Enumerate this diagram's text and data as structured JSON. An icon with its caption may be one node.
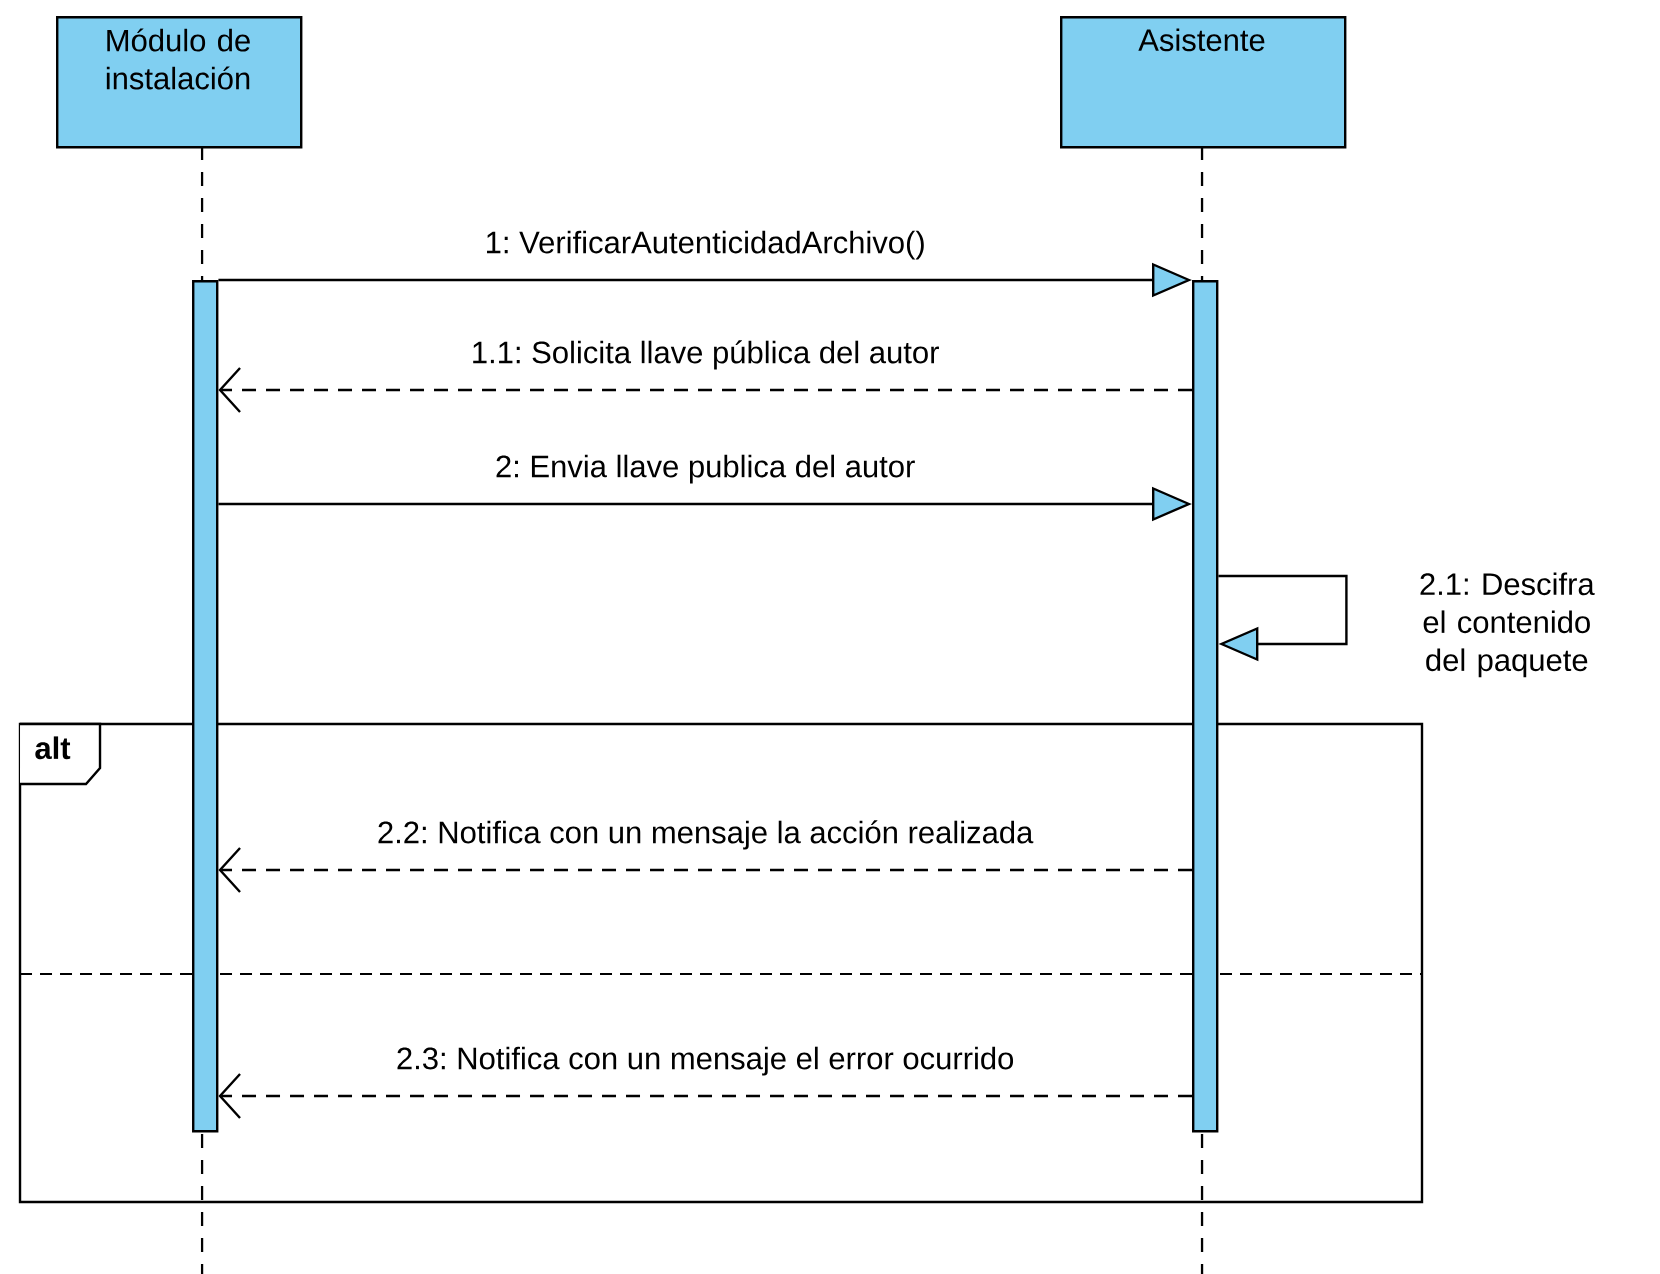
{
  "diagram": {
    "nodes": [
      {
        "text": [
          "Módulo de instalación"
        ]
      },
      {
        "text": [
          "Asistente"
        ]
      },
      {
        "text": [],
        "shape": "bar"
      },
      {
        "text": [],
        "shape": "bar"
      }
    ],
    "labels": [
      "alt"
    ],
    "edges": [
      {
        "from": 2,
        "to": 3,
        "arrow": "to",
        "label": "1: VerificarAutenticidadArchivo()"
      },
      {
        "from": 3,
        "to": 2,
        "arrow": "to",
        "style": "dashed",
        "label": "1.1: Solicita llave pública del autor"
      },
      {
        "from": 2,
        "to": 3,
        "arrow": "to",
        "label": "2: Envia llave publica del autor"
      },
      {
        "from": 3,
        "to": 3,
        "arrow": "to",
        "label": "2.1: Descifra el contenido del paquete"
      },
      {
        "from": 3,
        "to": 2,
        "arrow": "to",
        "style": "dashed",
        "label": "2.2: Notifica con un mensaje la acción realizada"
      },
      {
        "from": 3,
        "to": 2,
        "arrow": "to",
        "style": "dashed",
        "label": "2.3: Notifica con un mensaje el error ocurrido"
      }
    ]
  }
}
